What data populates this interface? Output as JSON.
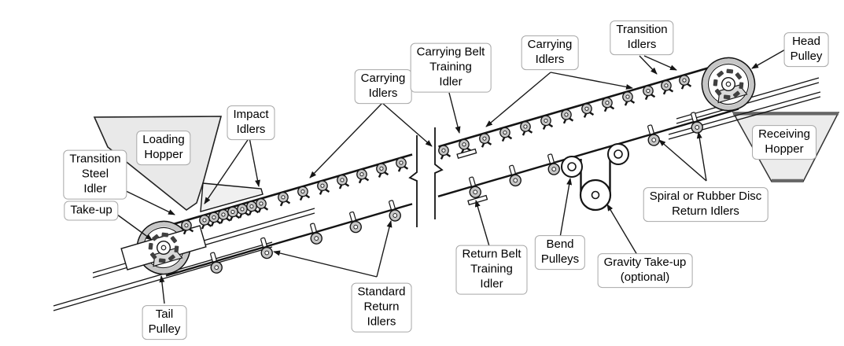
{
  "diagram": {
    "description": "Belt conveyor components schematic",
    "labels": {
      "loading_hopper": "Loading\nHopper",
      "impact_idlers": "Impact\nIdlers",
      "transition_steel_idler": "Transition\nSteel\nIdler",
      "take_up": "Take-up",
      "tail_pulley": "Tail\nPulley",
      "carrying_idlers_left": "Carrying\nIdlers",
      "carrying_belt_training_idler": "Carrying Belt\nTraining\nIdler",
      "carrying_idlers_right": "Carrying\nIdlers",
      "transition_idlers": "Transition\nIdlers",
      "head_pulley": "Head\nPulley",
      "receiving_hopper": "Receiving\nHopper",
      "spiral_return_idlers": "Spiral or Rubber Disc\nReturn Idlers",
      "gravity_take_up": "Gravity Take-up\n(optional)",
      "bend_pulleys": "Bend\nPulleys",
      "return_belt_training_idler": "Return Belt\nTraining\nIdler",
      "standard_return_idlers": "Standard\nReturn\nIdlers"
    },
    "colors": {
      "background": "#ffffff",
      "line": "#141414",
      "hopper_fill": "#e9e9e9",
      "idler_fill": "#c6c6c6",
      "pulley_ring": "#c6c6c6",
      "label_border": "#a8a8a8"
    }
  }
}
